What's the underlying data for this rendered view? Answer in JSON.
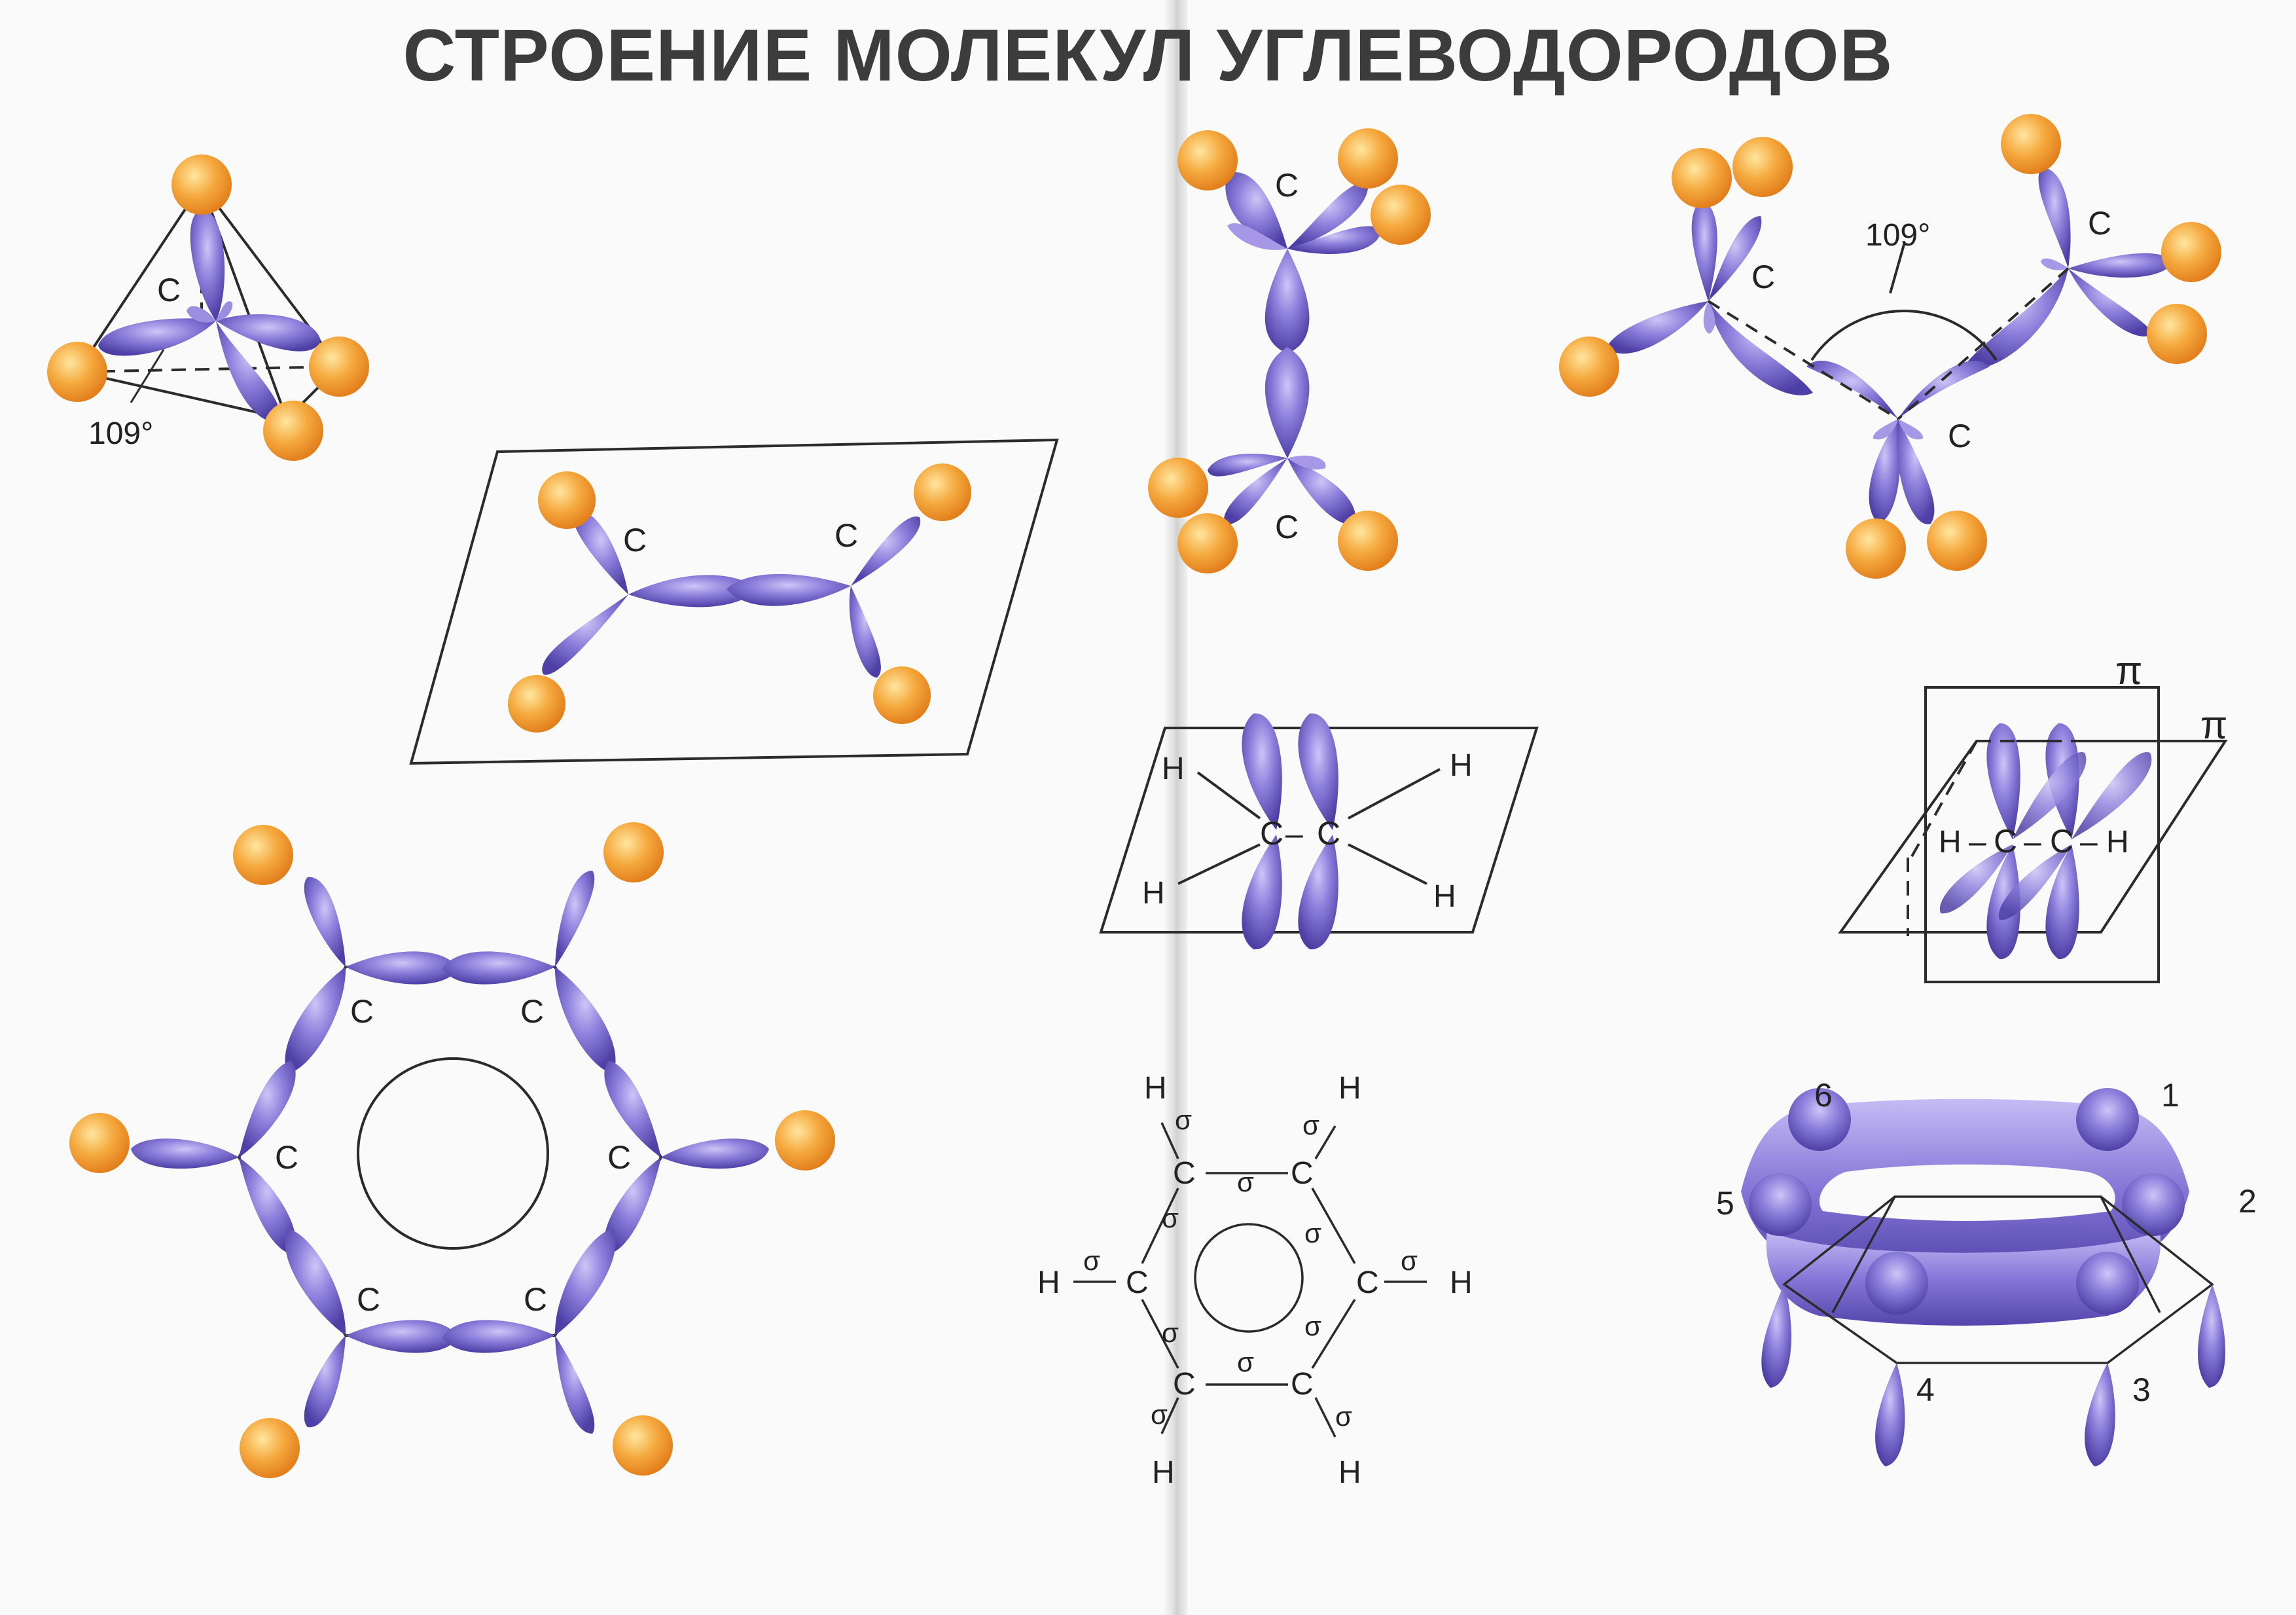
{
  "title": "СТРОЕНИЕ МОЛЕКУЛ УГЛЕВОДОРОДОВ",
  "colors": {
    "orbital": "#7f6fd6",
    "orbital_light": "#b8adf0",
    "orbital_dark": "#4d3da8",
    "hydrogen": "#f2a23a",
    "hydrogen_light": "#ffd98a",
    "line": "#2b2b2b"
  },
  "labels": {
    "carbon": "C",
    "hydrogen": "H",
    "angle": "109°",
    "sigma": "σ",
    "pi": "π",
    "bond": "–",
    "positions": [
      "1",
      "2",
      "3",
      "4",
      "5",
      "6"
    ]
  }
}
